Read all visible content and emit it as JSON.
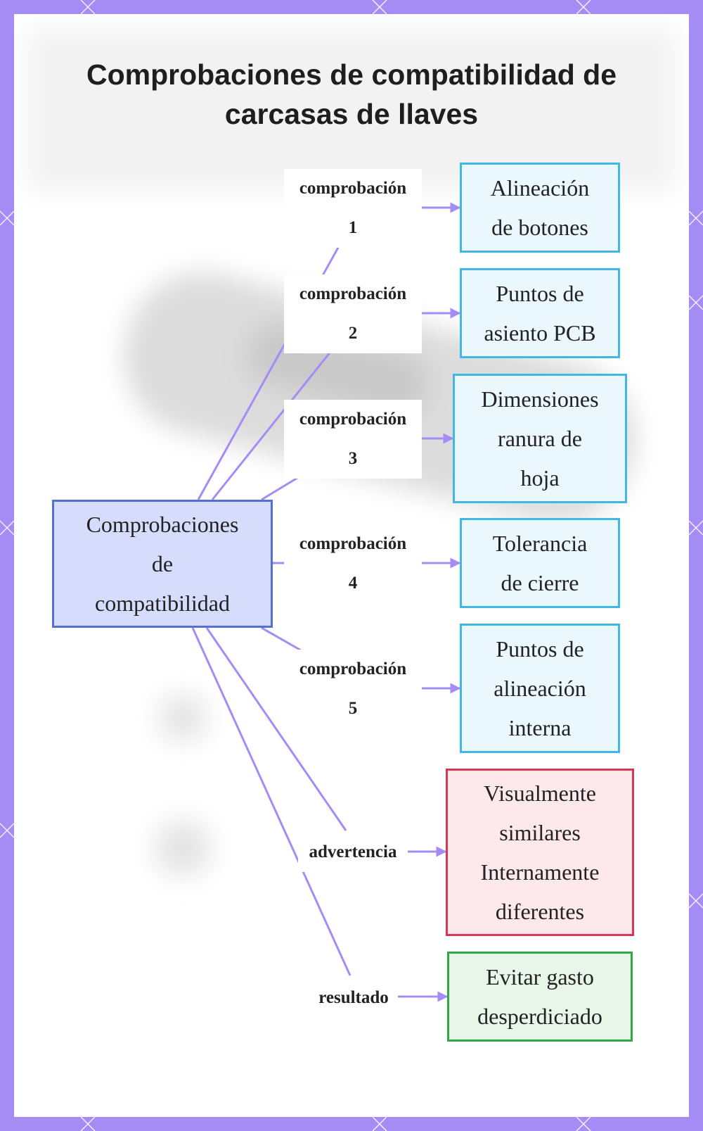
{
  "title": "Comprobaciones de compatibilidad de carcasas de llaves",
  "center": [
    "Comprobaciones",
    "de",
    "compatibilidad"
  ],
  "branches": [
    {
      "label": [
        "comprobación",
        "1"
      ],
      "target": [
        "Alineación",
        "de botones"
      ],
      "style": "blue"
    },
    {
      "label": [
        "comprobación",
        "2"
      ],
      "target": [
        "Puntos de",
        "asiento PCB"
      ],
      "style": "blue"
    },
    {
      "label": [
        "comprobación",
        "3"
      ],
      "target": [
        "Dimensiones",
        "ranura de",
        "hoja"
      ],
      "style": "blue"
    },
    {
      "label": [
        "comprobación",
        "4"
      ],
      "target": [
        "Tolerancia",
        "de cierre"
      ],
      "style": "blue"
    },
    {
      "label": [
        "comprobación",
        "5"
      ],
      "target": [
        "Puntos de",
        "alineación",
        "interna"
      ],
      "style": "blue"
    },
    {
      "label": [
        "advertencia"
      ],
      "target": [
        "Visualmente",
        "similares",
        "Internamente",
        "diferentes"
      ],
      "style": "red"
    },
    {
      "label": [
        "resultado"
      ],
      "target": [
        "Evitar gasto",
        "desperdiciado"
      ],
      "style": "green"
    }
  ],
  "colors": {
    "frame": "#a58cf5",
    "edge": "#a58cf5",
    "center_fill": "#d6dcfb",
    "center_border": "#5670cf",
    "check_fill": "#eaf7fd",
    "check_border": "#3fb8e4",
    "warning_fill": "#fde9ec",
    "warning_border": "#d43a51",
    "result_fill": "#e7f6e9",
    "result_border": "#2faa49"
  }
}
